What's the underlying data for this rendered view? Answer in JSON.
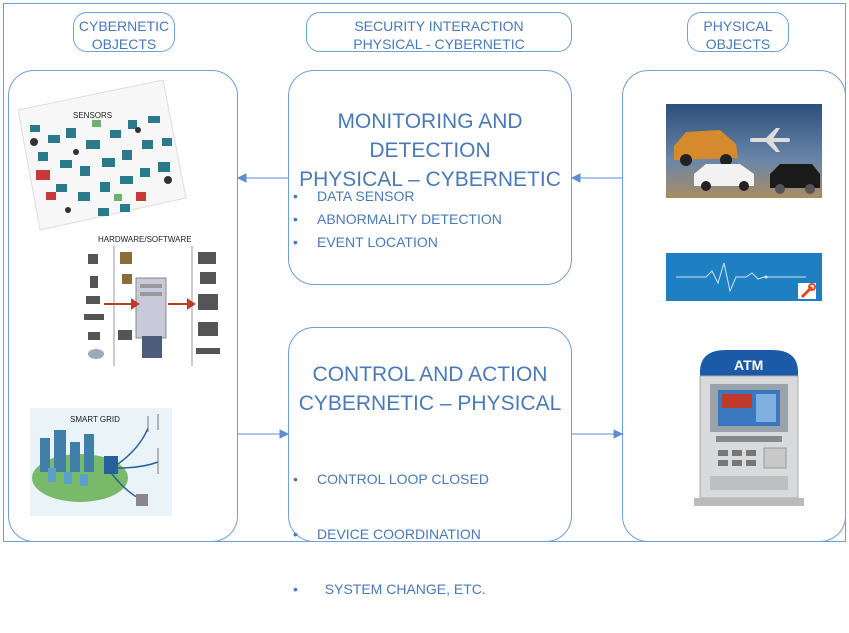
{
  "headers": {
    "left": [
      "CYBERNETIC",
      "OBJECTS"
    ],
    "center": [
      "SECURITY INTERACTION",
      "PHYSICAL - CYBERNETIC"
    ],
    "right": [
      "PHYSICAL",
      "OBJECTS"
    ]
  },
  "monitoring": {
    "title": [
      "MONITORING AND DETECTION",
      "PHYSICAL – CYBERNETIC"
    ],
    "items": [
      "DATA SENSOR",
      "ABNORMALITY DETECTION",
      "EVENT LOCATION"
    ]
  },
  "control": {
    "title": [
      "CONTROL AND ACTION",
      "CYBERNETIC – PHYSICAL"
    ],
    "items": [
      "CONTROL LOOP CLOSED",
      "DEVICE COORDINATION",
      "  SYSTEM CHANGE, ETC."
    ]
  },
  "images": {
    "sensors_label": "SENSORS",
    "hardware_label": "HARDWARE/SOFTWARE",
    "smartgrid_label": "SMART GRID",
    "atm_label": "ATM"
  },
  "colors": {
    "accent": "#4a79b8",
    "border": "#6f9fd8",
    "arrow": "#5b8fd0"
  }
}
